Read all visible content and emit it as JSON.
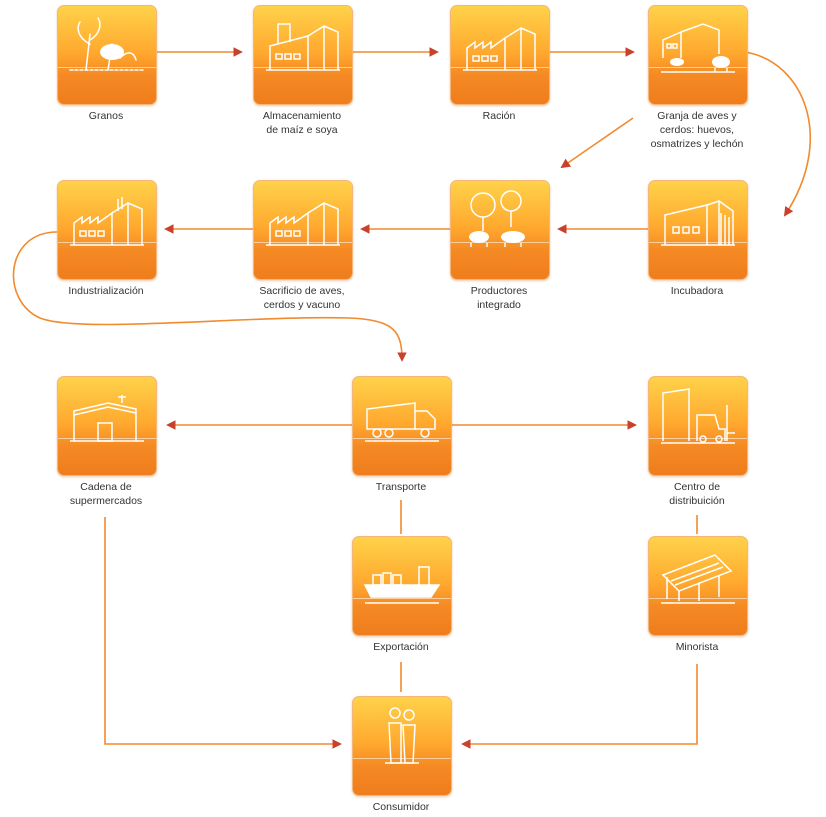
{
  "colors": {
    "arrow": "#c8412b",
    "connector": "#f28a2e",
    "tile_top": "#ffd24a",
    "tile_bottom": "#ef7d1d"
  },
  "nodes": {
    "granos": {
      "icon": "plants-icon",
      "label": [
        "Granos"
      ]
    },
    "almacenamiento": {
      "icon": "silo-warehouse-icon",
      "label": [
        "Almacenamiento",
        "de maíz e soya"
      ]
    },
    "racion": {
      "icon": "factory-icon",
      "label": [
        "Ración"
      ]
    },
    "granja": {
      "icon": "farm-animals-icon",
      "label": [
        "Granja de aves y",
        "cerdos: huevos,",
        "osmatrizes y lechón"
      ]
    },
    "incubadora": {
      "icon": "hatchery-building-icon",
      "label": [
        "Incubadora"
      ]
    },
    "productores": {
      "icon": "trees-livestock-icon",
      "label": [
        "Productores",
        "integrado"
      ]
    },
    "sacrificio": {
      "icon": "slaughterhouse-icon",
      "label": [
        "Sacrificio de aves,",
        "cerdos y vacuno"
      ]
    },
    "industrializacion": {
      "icon": "industrial-plant-icon",
      "label": [
        "Industrialización"
      ]
    },
    "transporte": {
      "icon": "truck-icon",
      "label": [
        "Transporte"
      ]
    },
    "cadena": {
      "icon": "supermarket-icon",
      "label": [
        "Cadena de",
        "supermercados"
      ]
    },
    "centro": {
      "icon": "forklift-warehouse-icon",
      "label": [
        "Centro de",
        "distribuición"
      ]
    },
    "exportacion": {
      "icon": "cargo-ship-icon",
      "label": [
        "Exportación"
      ]
    },
    "minorista": {
      "icon": "retail-store-icon",
      "label": [
        "Minorista"
      ]
    },
    "consumidor": {
      "icon": "couple-icon",
      "label": [
        "Consumidor"
      ]
    }
  }
}
